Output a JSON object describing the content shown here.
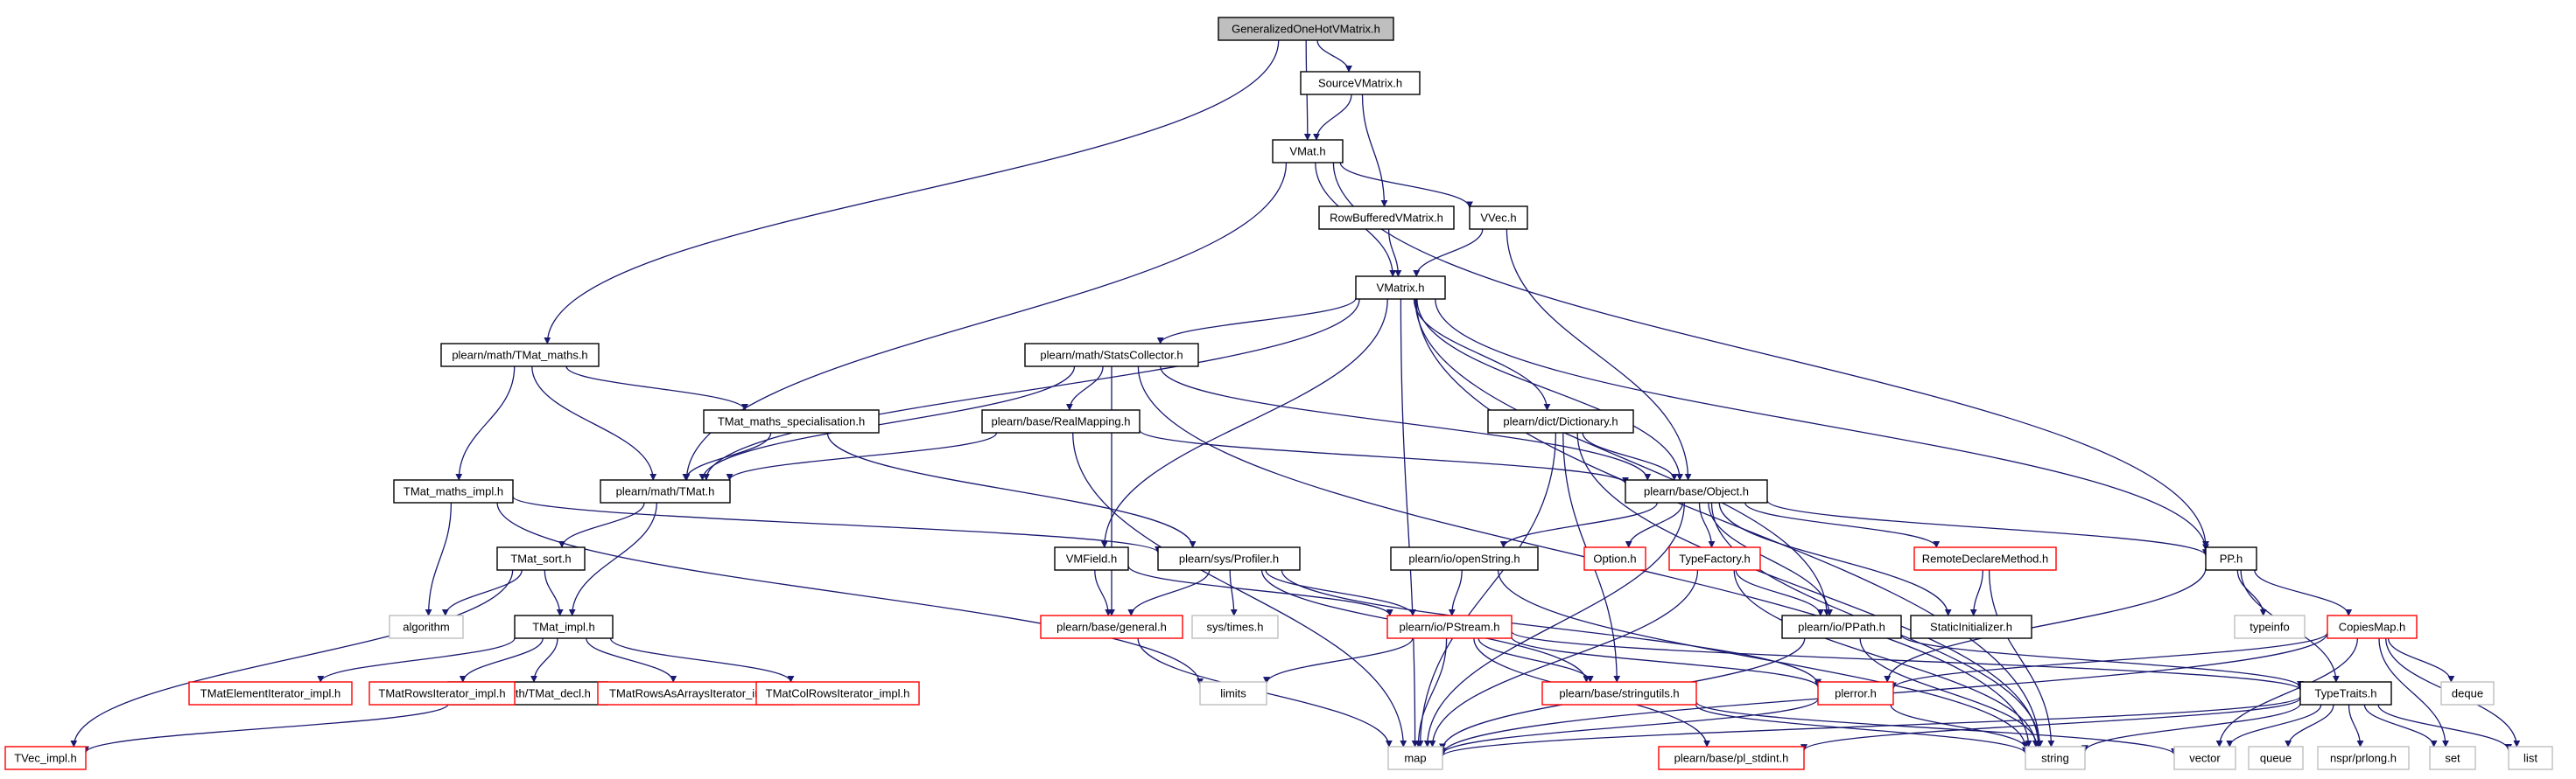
{
  "graph": {
    "colors": {
      "edge": "#191970",
      "node_border_normal": "#000000",
      "node_border_truncated": "#ff0000",
      "node_border_external": "#bfbfbf",
      "root_fill": "#bfbfbf"
    },
    "nodes": [
      {
        "id": "root",
        "label": "GeneralizedOneHotVMatrix.h",
        "kind": "root"
      },
      {
        "id": "sourcevm",
        "label": "SourceVMatrix.h",
        "kind": "normal"
      },
      {
        "id": "vmat",
        "label": "VMat.h",
        "kind": "normal"
      },
      {
        "id": "rowbuf",
        "label": "RowBufferedVMatrix.h",
        "kind": "normal"
      },
      {
        "id": "vvec",
        "label": "VVec.h",
        "kind": "normal"
      },
      {
        "id": "vmatrix",
        "label": "VMatrix.h",
        "kind": "normal"
      },
      {
        "id": "tmatmaths",
        "label": "plearn/math/TMat_maths.h",
        "kind": "normal"
      },
      {
        "id": "statscol",
        "label": "plearn/math/StatsCollector.h",
        "kind": "normal"
      },
      {
        "id": "tmatspec",
        "label": "TMat_maths_specialisation.h",
        "kind": "normal"
      },
      {
        "id": "realmap",
        "label": "plearn/base/RealMapping.h",
        "kind": "normal"
      },
      {
        "id": "dict",
        "label": "plearn/dict/Dictionary.h",
        "kind": "normal"
      },
      {
        "id": "tmatmathsimpl",
        "label": "TMat_maths_impl.h",
        "kind": "normal"
      },
      {
        "id": "tmat",
        "label": "plearn/math/TMat.h",
        "kind": "normal"
      },
      {
        "id": "object",
        "label": "plearn/base/Object.h",
        "kind": "normal"
      },
      {
        "id": "tmatsort",
        "label": "TMat_sort.h",
        "kind": "normal"
      },
      {
        "id": "vmfield",
        "label": "VMField.h",
        "kind": "normal"
      },
      {
        "id": "profiler",
        "label": "plearn/sys/Profiler.h",
        "kind": "normal"
      },
      {
        "id": "openstring",
        "label": "plearn/io/openString.h",
        "kind": "normal"
      },
      {
        "id": "option",
        "label": "Option.h",
        "kind": "truncated"
      },
      {
        "id": "typefactory",
        "label": "TypeFactory.h",
        "kind": "truncated"
      },
      {
        "id": "remotedecl",
        "label": "RemoteDeclareMethod.h",
        "kind": "truncated"
      },
      {
        "id": "pp",
        "label": "PP.h",
        "kind": "normal"
      },
      {
        "id": "algorithm",
        "label": "algorithm",
        "kind": "external"
      },
      {
        "id": "tmatimpl",
        "label": "TMat_impl.h",
        "kind": "normal"
      },
      {
        "id": "general",
        "label": "plearn/base/general.h",
        "kind": "truncated"
      },
      {
        "id": "systimes",
        "label": "sys/times.h",
        "kind": "external"
      },
      {
        "id": "pstream",
        "label": "plearn/io/PStream.h",
        "kind": "truncated"
      },
      {
        "id": "ppath",
        "label": "plearn/io/PPath.h",
        "kind": "normal"
      },
      {
        "id": "staticinit",
        "label": "StaticInitializer.h",
        "kind": "normal"
      },
      {
        "id": "typeinfo",
        "label": "typeinfo",
        "kind": "external"
      },
      {
        "id": "copiesmap",
        "label": "CopiesMap.h",
        "kind": "truncated"
      },
      {
        "id": "tmatdecl",
        "label": "plearn/math/TMat_decl.h",
        "kind": "normal"
      },
      {
        "id": "tmatelemit",
        "label": "TMatElementIterator_impl.h",
        "kind": "truncated"
      },
      {
        "id": "tmatrowsit",
        "label": "TMatRowsIterator_impl.h",
        "kind": "truncated"
      },
      {
        "id": "tmatrowsarr",
        "label": "TMatRowsAsArraysIterator_impl.h",
        "kind": "truncated"
      },
      {
        "id": "tmatcolrows",
        "label": "TMatColRowsIterator_impl.h",
        "kind": "truncated"
      },
      {
        "id": "limits",
        "label": "limits",
        "kind": "external"
      },
      {
        "id": "stringutils",
        "label": "plearn/base/stringutils.h",
        "kind": "truncated"
      },
      {
        "id": "plerror",
        "label": "plerror.h",
        "kind": "truncated"
      },
      {
        "id": "typetraits",
        "label": "TypeTraits.h",
        "kind": "normal"
      },
      {
        "id": "deque",
        "label": "deque",
        "kind": "external"
      },
      {
        "id": "tvecimpl",
        "label": "TVec_impl.h",
        "kind": "truncated"
      },
      {
        "id": "map",
        "label": "map",
        "kind": "external"
      },
      {
        "id": "plstdint",
        "label": "plearn/base/pl_stdint.h",
        "kind": "truncated"
      },
      {
        "id": "string",
        "label": "string",
        "kind": "external"
      },
      {
        "id": "vector",
        "label": "vector",
        "kind": "external"
      },
      {
        "id": "queue",
        "label": "queue",
        "kind": "external"
      },
      {
        "id": "nsprprlong",
        "label": "nspr/prlong.h",
        "kind": "external"
      },
      {
        "id": "set",
        "label": "set",
        "kind": "external"
      },
      {
        "id": "list",
        "label": "list",
        "kind": "external"
      }
    ],
    "edges": [
      [
        "root",
        "sourcevm"
      ],
      [
        "root",
        "vmat"
      ],
      [
        "root",
        "tmatmaths"
      ],
      [
        "sourcevm",
        "vmat"
      ],
      [
        "sourcevm",
        "rowbuf"
      ],
      [
        "vmat",
        "vvec"
      ],
      [
        "vmat",
        "vmatrix"
      ],
      [
        "vmat",
        "tmat"
      ],
      [
        "vmat",
        "pp"
      ],
      [
        "rowbuf",
        "vmatrix"
      ],
      [
        "vvec",
        "vmatrix"
      ],
      [
        "vvec",
        "object"
      ],
      [
        "vmatrix",
        "statscol"
      ],
      [
        "vmatrix",
        "tmat"
      ],
      [
        "vmatrix",
        "dict"
      ],
      [
        "vmatrix",
        "object"
      ],
      [
        "vmatrix",
        "vmfield"
      ],
      [
        "vmatrix",
        "ppath"
      ],
      [
        "vmatrix",
        "map"
      ],
      [
        "vmatrix",
        "string"
      ],
      [
        "vmatrix",
        "pp"
      ],
      [
        "tmatmaths",
        "tmatspec"
      ],
      [
        "tmatmaths",
        "tmatmathsimpl"
      ],
      [
        "tmatmaths",
        "tmat"
      ],
      [
        "statscol",
        "realmap"
      ],
      [
        "statscol",
        "tmat"
      ],
      [
        "statscol",
        "object"
      ],
      [
        "statscol",
        "general"
      ],
      [
        "statscol",
        "string"
      ],
      [
        "tmatspec",
        "tmat"
      ],
      [
        "tmatspec",
        "profiler"
      ],
      [
        "realmap",
        "tmat"
      ],
      [
        "realmap",
        "object"
      ],
      [
        "realmap",
        "map"
      ],
      [
        "dict",
        "object"
      ],
      [
        "dict",
        "stringutils"
      ],
      [
        "dict",
        "map"
      ],
      [
        "dict",
        "string"
      ],
      [
        "tmatmathsimpl",
        "profiler"
      ],
      [
        "tmatmathsimpl",
        "algorithm"
      ],
      [
        "tmatmathsimpl",
        "limits"
      ],
      [
        "tmat",
        "tmatsort"
      ],
      [
        "tmat",
        "tmatimpl"
      ],
      [
        "object",
        "openstring"
      ],
      [
        "object",
        "option"
      ],
      [
        "object",
        "typefactory"
      ],
      [
        "object",
        "remotedecl"
      ],
      [
        "object",
        "ppath"
      ],
      [
        "object",
        "staticinit"
      ],
      [
        "object",
        "pp"
      ],
      [
        "object",
        "map"
      ],
      [
        "object",
        "string"
      ],
      [
        "tmatsort",
        "algorithm"
      ],
      [
        "tmatsort",
        "tmatimpl"
      ],
      [
        "tmatsort",
        "tvecimpl"
      ],
      [
        "vmfield",
        "general"
      ],
      [
        "vmfield",
        "pstream"
      ],
      [
        "profiler",
        "general"
      ],
      [
        "profiler",
        "systimes"
      ],
      [
        "profiler",
        "pstream"
      ],
      [
        "profiler",
        "stringutils"
      ],
      [
        "profiler",
        "plerror"
      ],
      [
        "openstring",
        "pstream"
      ],
      [
        "openstring",
        "string"
      ],
      [
        "typefactory",
        "ppath"
      ],
      [
        "typefactory",
        "map"
      ],
      [
        "typefactory",
        "string"
      ],
      [
        "remotedecl",
        "staticinit"
      ],
      [
        "remotedecl",
        "string"
      ],
      [
        "pp",
        "plerror"
      ],
      [
        "pp",
        "typeinfo"
      ],
      [
        "pp",
        "copiesmap"
      ],
      [
        "pp",
        "typetraits"
      ],
      [
        "tmatimpl",
        "tmatdecl"
      ],
      [
        "tmatimpl",
        "tmatelemit"
      ],
      [
        "tmatimpl",
        "tmatrowsit"
      ],
      [
        "tmatimpl",
        "tmatrowsarr"
      ],
      [
        "tmatimpl",
        "tmatcolrows"
      ],
      [
        "general",
        "map"
      ],
      [
        "pstream",
        "limits"
      ],
      [
        "pstream",
        "map"
      ],
      [
        "pstream",
        "plstdint"
      ],
      [
        "pstream",
        "stringutils"
      ],
      [
        "pstream",
        "plerror"
      ],
      [
        "pstream",
        "typetraits"
      ],
      [
        "ppath",
        "map"
      ],
      [
        "ppath",
        "string"
      ],
      [
        "ppath",
        "typetraits"
      ],
      [
        "copiesmap",
        "map"
      ],
      [
        "copiesmap",
        "vector"
      ],
      [
        "copiesmap",
        "set"
      ],
      [
        "copiesmap",
        "list"
      ],
      [
        "copiesmap",
        "deque"
      ],
      [
        "copiesmap",
        "plerror"
      ],
      [
        "tmatdecl",
        "tvecimpl"
      ],
      [
        "stringutils",
        "string"
      ],
      [
        "stringutils",
        "vector"
      ],
      [
        "plerror",
        "string"
      ],
      [
        "plerror",
        "map"
      ],
      [
        "typetraits",
        "string"
      ],
      [
        "typetraits",
        "vector"
      ],
      [
        "typetraits",
        "list"
      ],
      [
        "typetraits",
        "map"
      ],
      [
        "typetraits",
        "set"
      ],
      [
        "typetraits",
        "queue"
      ],
      [
        "typetraits",
        "nsprprlong"
      ],
      [
        "typetraits",
        "plstdint"
      ]
    ]
  }
}
